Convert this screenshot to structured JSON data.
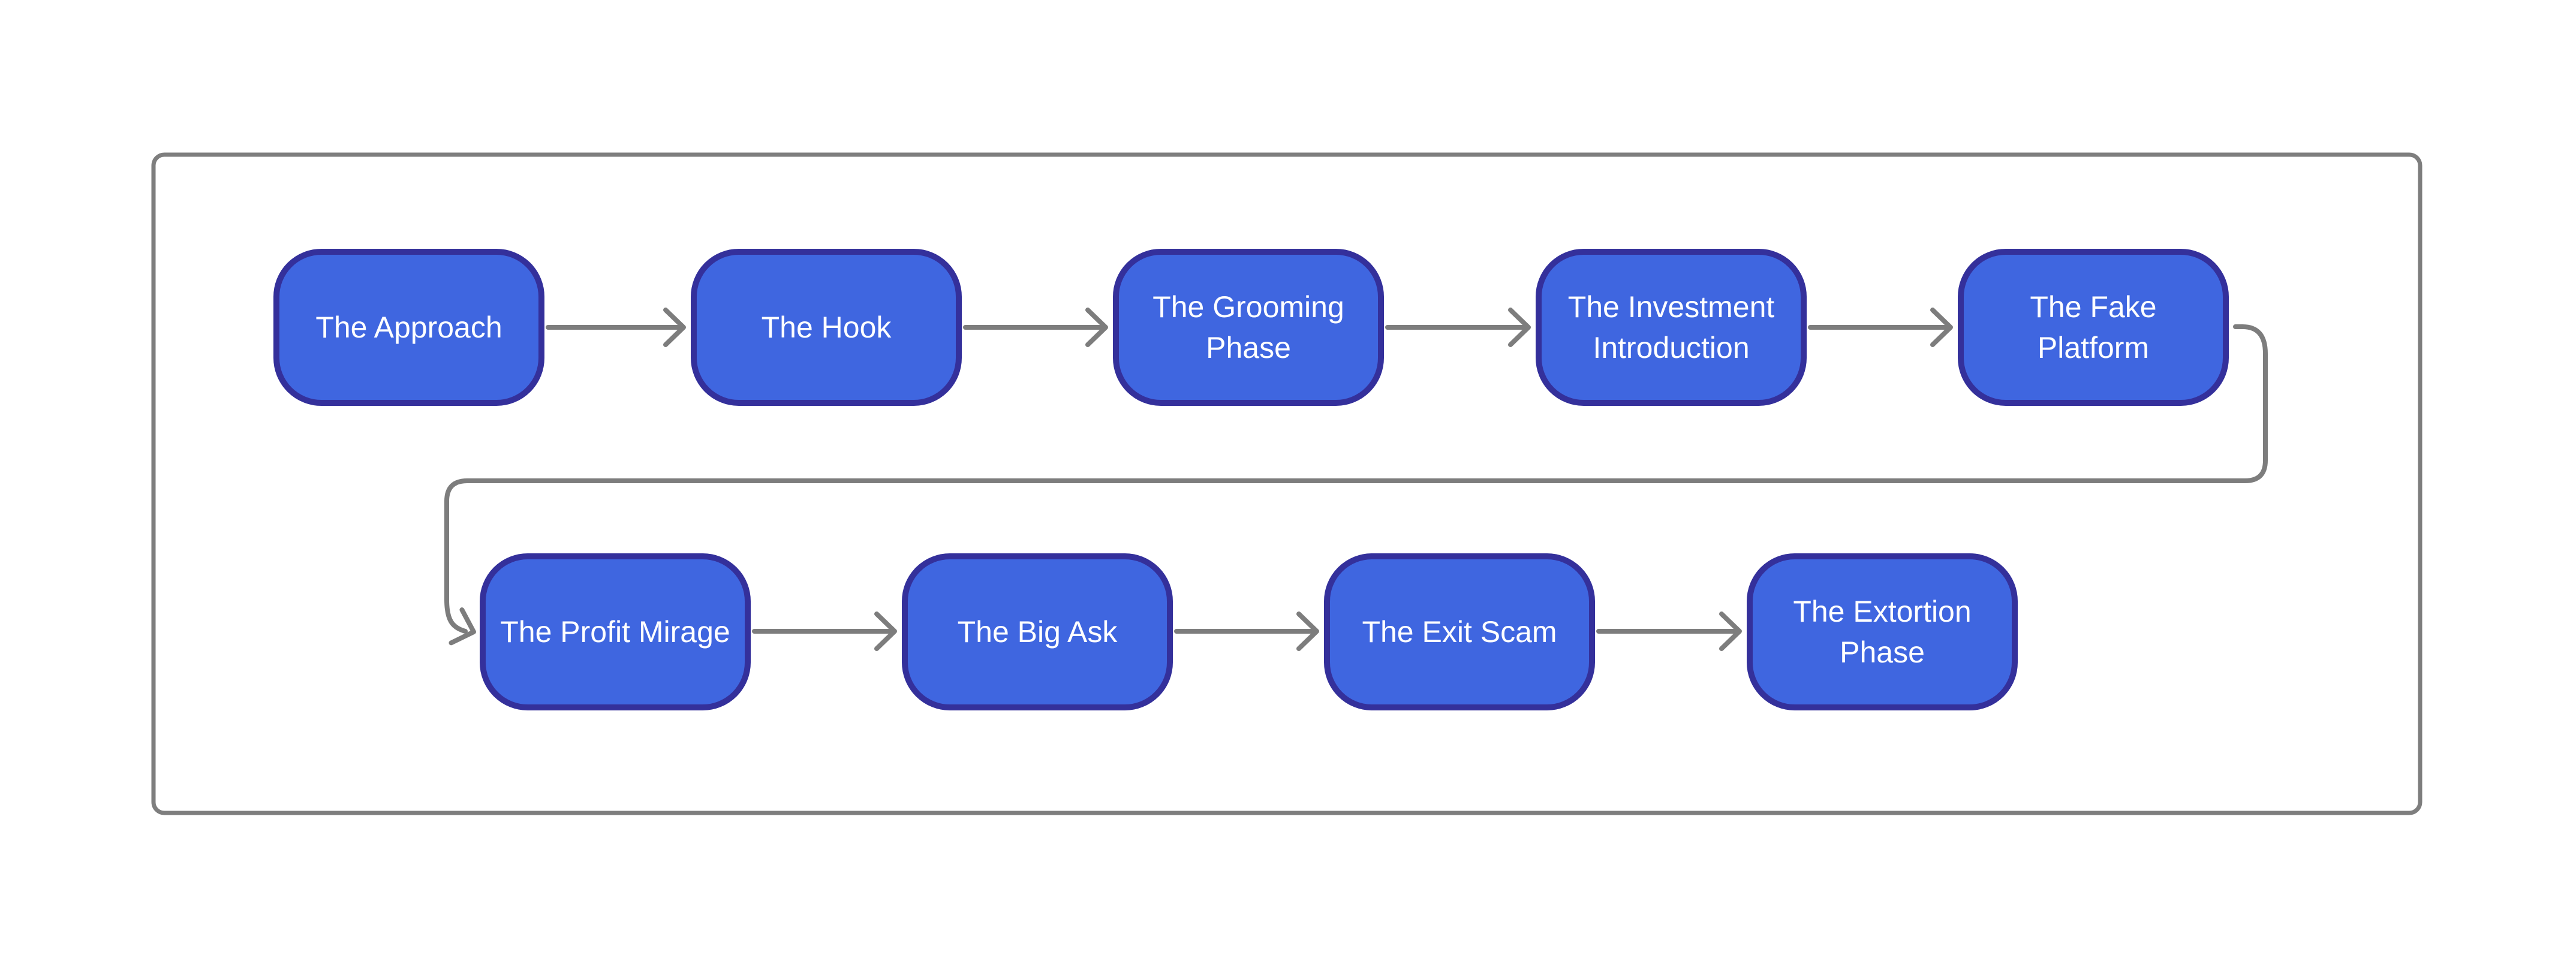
{
  "diagram": {
    "type": "flowchart",
    "direction": "left-to-right, wrapped onto two rows",
    "style": {
      "page_bg": "#ffffff",
      "container_stroke": "#7e7e7e",
      "edge_color": "#7d7d7d",
      "node_fill": "#3f66e0",
      "node_stroke": "#34309b",
      "node_text": "#ffffff"
    },
    "nodes": [
      {
        "id": "approach",
        "label": "The Approach"
      },
      {
        "id": "hook",
        "label": "The Hook"
      },
      {
        "id": "grooming",
        "label": "The Grooming\nPhase"
      },
      {
        "id": "investment",
        "label": "The Investment\nIntroduction"
      },
      {
        "id": "fake-platform",
        "label": "The Fake\nPlatform"
      },
      {
        "id": "profit-mirage",
        "label": "The Profit Mirage"
      },
      {
        "id": "big-ask",
        "label": "The Big Ask"
      },
      {
        "id": "exit-scam",
        "label": "The Exit Scam"
      },
      {
        "id": "extortion",
        "label": "The Extortion\nPhase"
      }
    ],
    "edges": [
      {
        "from": "approach",
        "to": "hook"
      },
      {
        "from": "hook",
        "to": "grooming"
      },
      {
        "from": "grooming",
        "to": "investment"
      },
      {
        "from": "investment",
        "to": "fake-platform"
      },
      {
        "from": "fake-platform",
        "to": "profit-mirage"
      },
      {
        "from": "profit-mirage",
        "to": "big-ask"
      },
      {
        "from": "big-ask",
        "to": "exit-scam"
      },
      {
        "from": "exit-scam",
        "to": "extortion"
      }
    ]
  }
}
